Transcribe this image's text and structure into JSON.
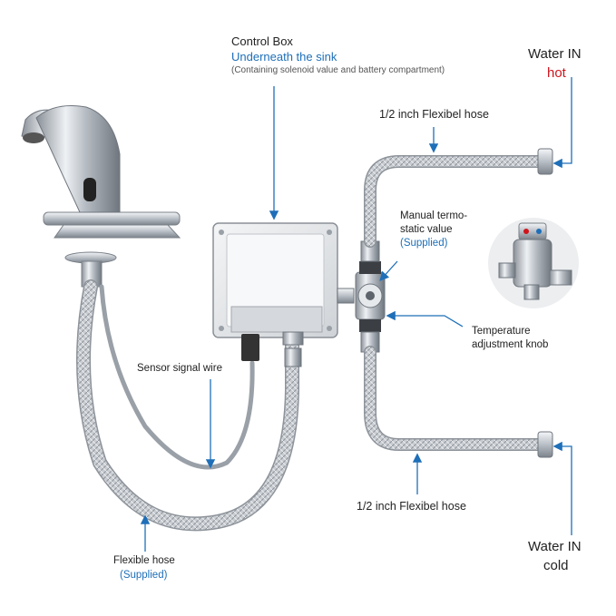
{
  "control_box": {
    "title": "Control Box",
    "subtitle": "Underneath the sink",
    "note": "(Containing solenoid value and battery compartment)"
  },
  "water_in_hot": {
    "title": "Water IN",
    "temp": "hot"
  },
  "water_in_cold": {
    "title": "Water IN",
    "temp": "cold"
  },
  "hose_top": "1/2 inch Flexibel hose",
  "hose_bottom": "1/2 inch Flexibel hose",
  "thermostatic_valve": {
    "line1": "Manual termo-",
    "line2": "static value",
    "supplied": "(Supplied)"
  },
  "temperature_knob": {
    "line1": "Temperature",
    "line2": "adjustment knob"
  },
  "sensor_wire": "Sensor signal wire",
  "flexible_hose": {
    "line1": "Flexible hose",
    "supplied": "(Supplied)"
  },
  "colors": {
    "accent_blue": "#1e6fb8",
    "hot_red": "#d0141c",
    "text": "#222222"
  }
}
